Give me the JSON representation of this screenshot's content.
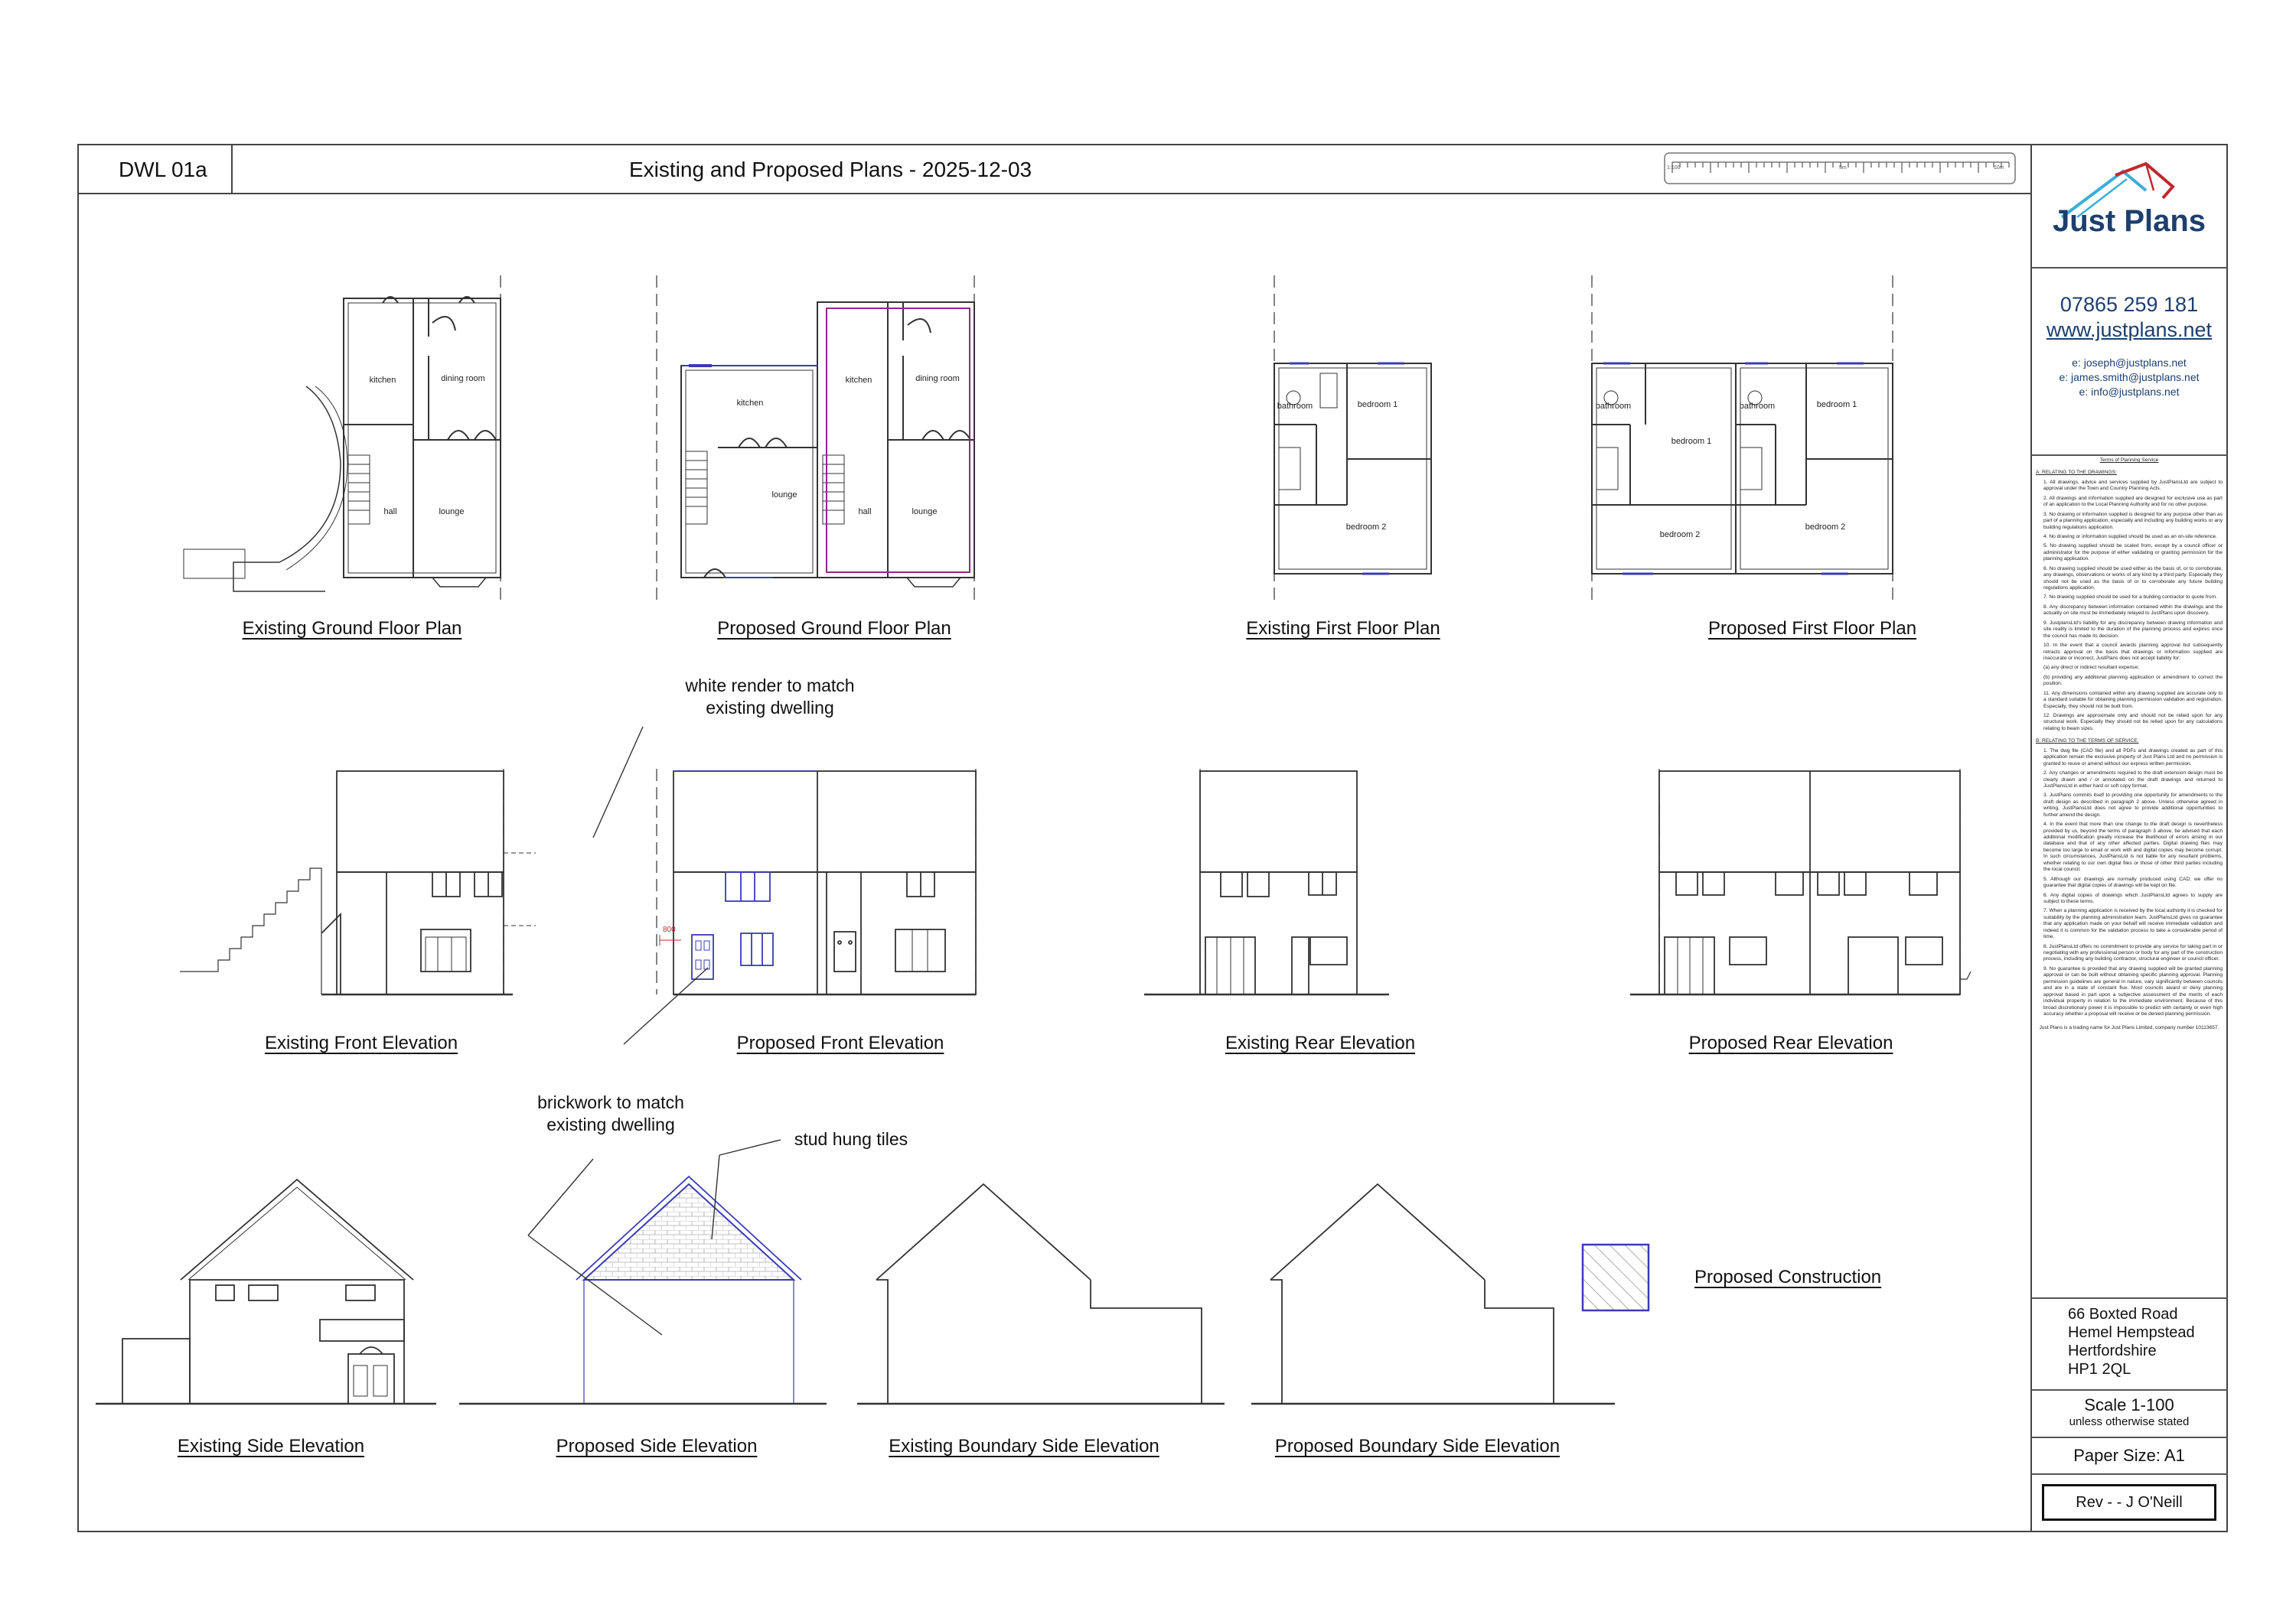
{
  "header": {
    "drawing_number": "DWL 01a",
    "title": "Existing and Proposed Plans - 2025-12-03",
    "scale_bar": {
      "label_start": "1:100",
      "label_mid": "5m",
      "label_end": "10m"
    }
  },
  "plans": {
    "existing_ground": {
      "caption": "Existing Ground Floor Plan",
      "rooms": [
        "kitchen",
        "dining room",
        "hall",
        "lounge"
      ]
    },
    "proposed_ground": {
      "caption": "Proposed Ground Floor Plan",
      "rooms": [
        "kitchen",
        "lounge",
        "kitchen",
        "dining room",
        "hall",
        "lounge"
      ]
    },
    "existing_first": {
      "caption": "Existing First Floor Plan",
      "rooms": [
        "bathroom",
        "bedroom 1",
        "bedroom 2"
      ]
    },
    "proposed_first": {
      "caption": "Proposed First Floor Plan",
      "rooms": [
        "bathroom",
        "bedroom 1",
        "bedroom 2",
        "bathroom",
        "bedroom 1",
        "bedroom 2"
      ]
    }
  },
  "elevations": {
    "existing_front": "Existing Front Elevation",
    "proposed_front": "Proposed Front Elevation",
    "existing_rear": "Existing Rear Elevation",
    "proposed_rear": "Proposed Rear Elevation",
    "existing_side": "Existing Side Elevation",
    "proposed_side": "Proposed Side Elevation",
    "existing_boundary_side": "Existing Boundary Side Elevation",
    "proposed_boundary_side": "Proposed Boundary Side Elevation",
    "dimension_label": "800"
  },
  "annotations": {
    "white_render": "white render to match\nexisting dwelling",
    "brickwork": "brickwork to match\nexisting dwelling",
    "stud_tiles": "stud hung tiles"
  },
  "legend": {
    "label": "Proposed Construction",
    "hatch_color": "#3b3bb5"
  },
  "titleblock": {
    "company": "Just Plans",
    "phone": "07865 259 181",
    "website": "www.justplans.net",
    "emails": [
      "e: joseph@justplans.net",
      "e: james.smith@justplans.net",
      "e: info@justplans.net"
    ],
    "address": [
      "66 Boxted Road",
      "Hemel Hempstead",
      "Hertfordshire",
      "HP1 2QL"
    ],
    "scale": "Scale 1-100",
    "scale_note": "unless otherwise stated",
    "paper_size": "Paper Size: A1",
    "revision": "Rev - - J O'Neill",
    "brand_color": "#1d3f6e",
    "accent_color": "#c0282d"
  },
  "terms": {
    "title": "Terms of Planning Service",
    "section_a": "A: RELATING TO THE DRAWINGS:",
    "section_a_items": [
      "1. All drawings, advice and services supplied by JustPlansLtd are subject to approval under the Town and Country Planning Acts.",
      "2. All drawings and information supplied are designed for exclusive use as part of an application to the Local Planning Authority and for no other purpose.",
      "3. No drawing or information supplied is designed for any purpose other than as part of a planning application, especially and including any building works or any building regulations application.",
      "4. No drawing or information supplied should be used as an on-site reference.",
      "5. No drawing supplied should be scaled from, except by a council officer or administrator for the purpose of either validating or granting permission for the planning application.",
      "6. No drawing supplied should be used either as the basis of, or to corroborate, any drawings, observations or works of any kind by a third party. Especially they should not be used as the basis of or to corroborate any future building regulations application.",
      "7. No drawing supplied should be used for a building contractor to quote from.",
      "8. Any discrepancy between information contained within the drawings and the actuality on site must be immediately relayed to JustPlans upon discovery.",
      "9. JustplansLtd's liability for any discrepancy between drawing information and site reality is limited to the duration of the planning process and expires once the council has made its decision.",
      "10. In the event that a council awards planning approval but subsequently retracts approval on the basis that drawings or information supplied are inaccurate or incorrect, JustPlans does not accept liability for:",
      "(a) any direct or indirect resultant expense;",
      "(b) providing any additional planning application or amendment to correct the position.",
      "11. Any dimensions contained within any drawing supplied are accurate only to a standard suitable for obtaining planning permission validation and registration. Especially, they should not be built from.",
      "12. Drawings are approximate only and should not be relied upon for any structural work. Especially they should not be relied upon for any calculations relating to beam sizes."
    ],
    "section_b": "B: RELATING TO THE TERMS OF SERVICE:",
    "section_b_items": [
      "1. The dwg file (CAD file) and all PDFs and drawings created as part of this application remain the exclusive property of Just Plans Ltd and no permission is granted to reuse or amend without our express written permission.",
      "2. Any changes or amendments required to the draft extension design must be clearly drawn and / or annotated on the draft drawings and returned to JustPlansLtd in either hard or soft copy format.",
      "3. JustPlans commits itself to providing one opportunity for amendments to the draft design as described in paragraph 2 above. Unless otherwise agreed in writing, JustPlansLtd does not agree to provide additional opportunities to further amend the design.",
      "4. In the event that more than one change to the draft design is nevertheless provided by us, beyond the terms of paragraph 3 above, be advised that each additional modification greatly increase the likelihood of errors arising in our database and that of any other affected parties. Digital drawing files may become too large to email or work with and digital copies may become corrupt. In such circumstances, JustPlansLtd is not liable for any resultant problems, whether relating to our own digital files or those of other third parties including the local council.",
      "5. Although our drawings are normally produced using CAD, we offer no guarantee that digital copies of drawings will be kept on file.",
      "6. Any digital copies of drawings which JustPlansLtd agrees to supply are subject to these terms.",
      "7. When a planning application is received by the local authority it is checked for suitability by the planning administration team. JustPlansLtd gives no guarantee that any application made on your behalf will receive immediate validation and indeed it is common for the validation process to take a considerable period of time.",
      "8. JustPlansLtd offers no commitment to provide any service for taking part in or negotiating with any professional person or body for any part of the construction process, including any building contractor, structural engineer or council officer.",
      "9. No guarantee is provided that any drawing supplied will be granted planning approval or can be built without obtaining specific planning approval. Planning permission guidelines are general in nature, vary significantly between councils and are in a state of constant flux. Most councils award or deny planning approval based in part upon a subjective assessment of the merits of each individual property in relation to the immediate environment. Because of this broad discretionary power it is impossible to predict with certainty or even high accuracy whether a proposal will receive or be denied planning permission."
    ],
    "footer": "Just Plans is a trading name for Just Plans Limited, company number 10113657."
  }
}
